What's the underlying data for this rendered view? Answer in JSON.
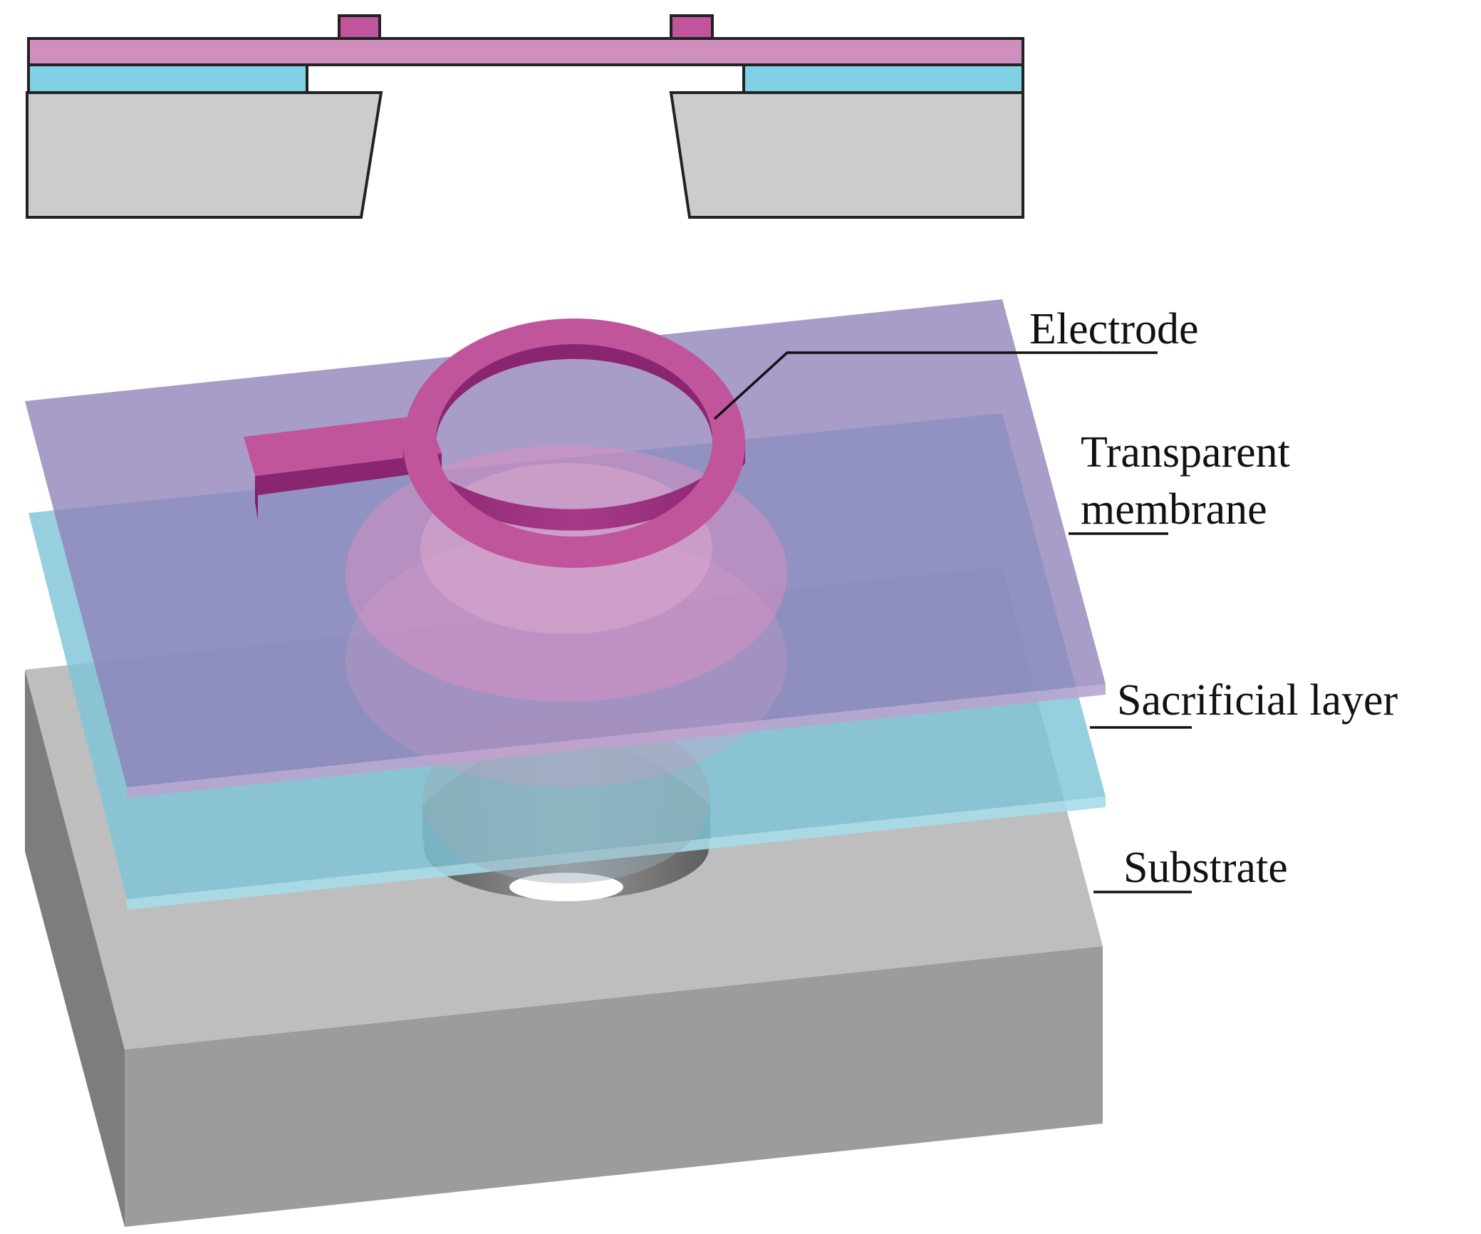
{
  "labels": {
    "electrode": "Electrode",
    "membrane_line1": "Transparent",
    "membrane_line2": "membrane",
    "sacrificial": "Sacrificial layer",
    "substrate": "Substrate"
  },
  "colors": {
    "membrane": "#cf8fbf",
    "sacrificial": "#7fd0e4",
    "substrate": "#cccccc",
    "electrode": "#c0559c",
    "outline": "#222222"
  }
}
